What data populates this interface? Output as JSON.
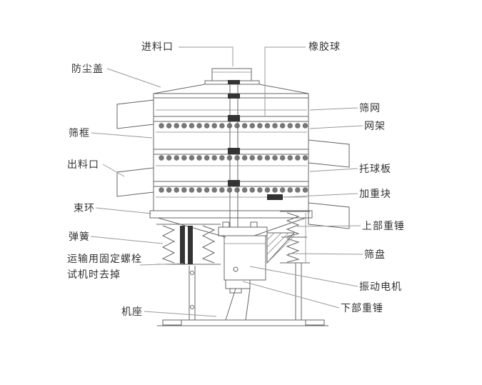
{
  "diagram": {
    "subject": "vibrating-sieve-machine-structure",
    "colors": {
      "background": "#ffffff",
      "line": "#666666",
      "leader": "#999999",
      "text": "#333333"
    },
    "labels_left": [
      {
        "id": "feed-inlet",
        "text": "进料口"
      },
      {
        "id": "dust-cover",
        "text": "防尘盖"
      },
      {
        "id": "sieve-frame",
        "text": "筛框"
      },
      {
        "id": "discharge-outlet",
        "text": "出料口"
      },
      {
        "id": "clamp-ring",
        "text": "束环"
      },
      {
        "id": "spring",
        "text": "弹簧"
      },
      {
        "id": "transport-bolt",
        "text": "运输用固定螺栓",
        "text2": "试机时去掉"
      },
      {
        "id": "machine-base",
        "text": "机座"
      }
    ],
    "labels_right": [
      {
        "id": "rubber-ball",
        "text": "橡胶球"
      },
      {
        "id": "sieve-mesh",
        "text": "筛网"
      },
      {
        "id": "mesh-frame",
        "text": "网架"
      },
      {
        "id": "ball-tray",
        "text": "托球板"
      },
      {
        "id": "weight-block",
        "text": "加重块"
      },
      {
        "id": "upper-weight",
        "text": "上部重锤"
      },
      {
        "id": "sieve-pan",
        "text": "筛盘"
      },
      {
        "id": "vibration-motor",
        "text": "振动电机"
      },
      {
        "id": "lower-weight",
        "text": "下部重锤"
      }
    ]
  }
}
